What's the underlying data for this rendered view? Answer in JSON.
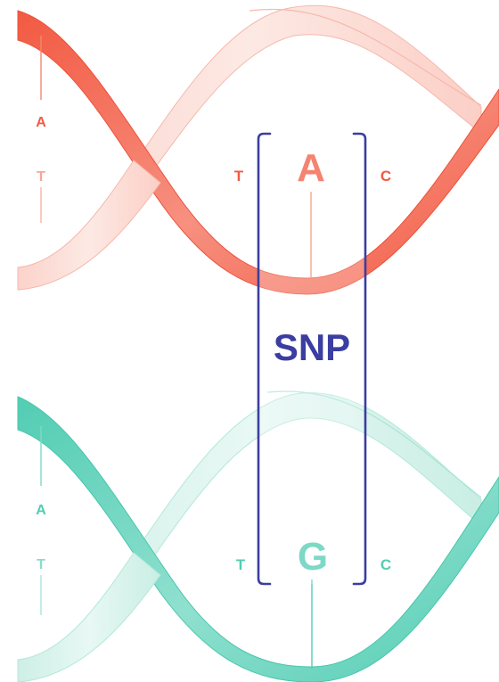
{
  "colors": {
    "red_strong": "#f25a42",
    "red_light": "#fbd2c9",
    "teal_strong": "#52cdb3",
    "teal_light": "#d2f2ea",
    "bracket": "#3b3ea0"
  },
  "top_helix": {
    "left_labels": [
      "A",
      "T"
    ],
    "flank_left": "T",
    "variant": "A",
    "flank_right": "C"
  },
  "snp_label": "SNP",
  "bottom_helix": {
    "left_labels": [
      "A",
      "T"
    ],
    "flank_left": "T",
    "variant": "G",
    "flank_right": "C"
  }
}
